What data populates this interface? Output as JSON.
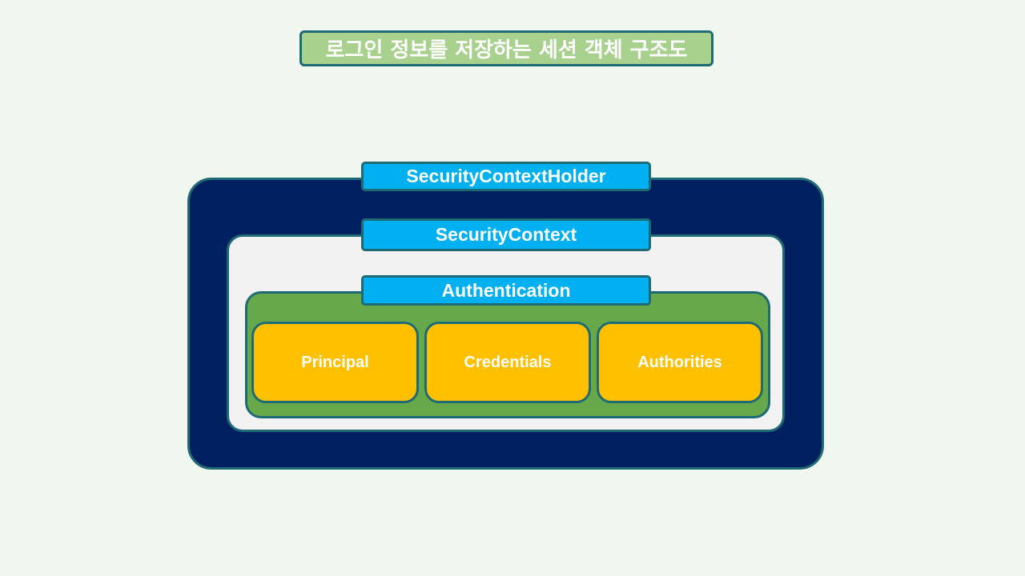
{
  "title": "로그인 정보를 저장하는 세션 객체 구조도",
  "layers": {
    "holder": "SecurityContextHolder",
    "context": "SecurityContext",
    "authentication": "Authentication"
  },
  "parts": [
    "Principal",
    "Credentials",
    "Authorities"
  ],
  "colors": {
    "background": "#eff7ee",
    "title_fill": "#a9d18e",
    "border": "#1f6b75",
    "holder_fill": "#002060",
    "context_fill": "#f2f2f2",
    "authentication_fill": "#66a84a",
    "label_fill": "#00b0f0",
    "part_fill": "#ffc000",
    "text": "#ffffff"
  }
}
